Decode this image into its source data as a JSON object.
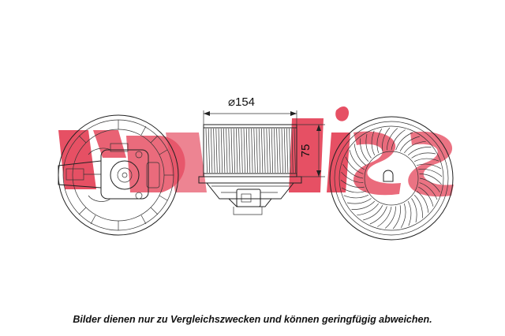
{
  "watermark": {
    "text": "AKS DASIS",
    "color": "#e2324a"
  },
  "dimensions": {
    "diameter_label": "⌀154",
    "height_label": "75"
  },
  "caption": "Bilder dienen nur zu Vergleichszwecken und können geringfügig abweichen.",
  "views": [
    {
      "id": "back-view",
      "depicts": "motor-underside"
    },
    {
      "id": "side-view",
      "depicts": "blower-wheel-side"
    },
    {
      "id": "front-view",
      "depicts": "fan-intake"
    }
  ]
}
